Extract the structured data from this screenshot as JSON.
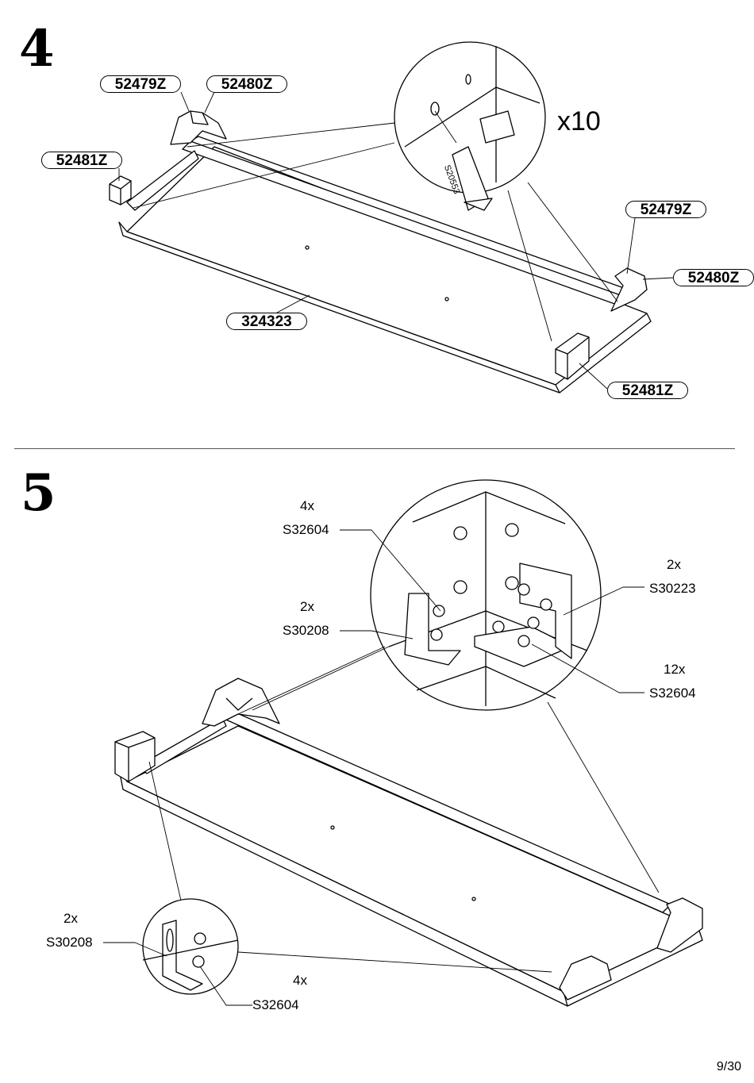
{
  "step4": {
    "number": "4",
    "multiplier": "x10",
    "dowel_part": "S20553",
    "labels": {
      "top_left_a": "52479Z",
      "top_left_b": "52480Z",
      "left": "52481Z",
      "right_a": "52479Z",
      "right_b": "52480Z",
      "bottom_right": "52481Z",
      "panel": "324323"
    }
  },
  "step5": {
    "number": "5",
    "callouts": {
      "c1_qty": "4x",
      "c1_part": "S32604",
      "c2_qty": "2x",
      "c2_part": "S30208",
      "c3_qty": "2x",
      "c3_part": "S30223",
      "c4_qty": "12x",
      "c4_part": "S32604",
      "c5_qty": "2x",
      "c5_part": "S30208",
      "c6_qty": "4x",
      "c6_part": "S32604"
    }
  },
  "page": "9/30"
}
